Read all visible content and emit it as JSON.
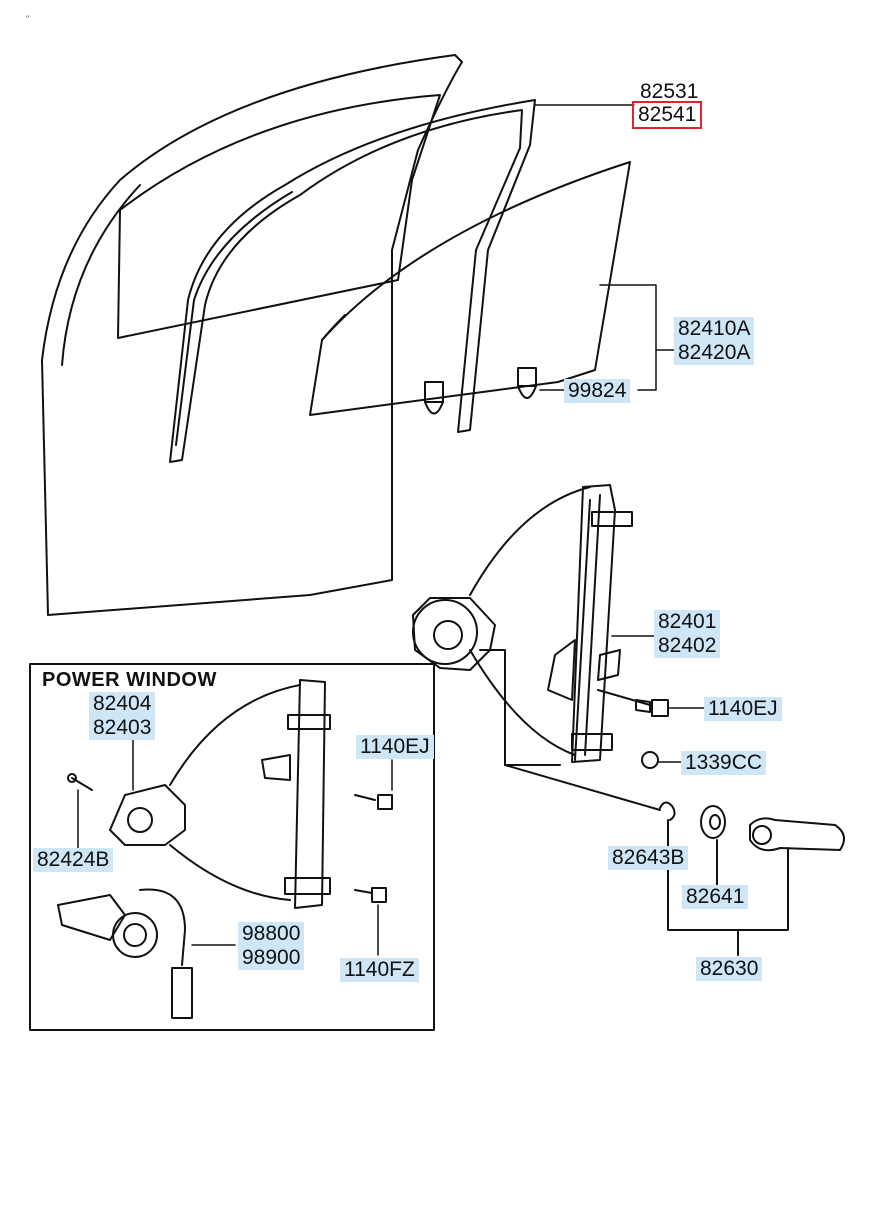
{
  "inset": {
    "title": "POWER WINDOW"
  },
  "stray_mark": "\"",
  "colors": {
    "label_highlight": "#cfe6f7",
    "selection_outline": "#e0242c",
    "line": "#111111"
  },
  "parts": {
    "p82531": "82531",
    "p82541": "82541",
    "p82410A": "82410A",
    "p82420A": "82420A",
    "p99824": "99824",
    "p82401": "82401",
    "p82402": "82402",
    "p1140EJ_main": "1140EJ",
    "p1339CC": "1339CC",
    "p82643B": "82643B",
    "p82641": "82641",
    "p82630": "82630",
    "p82404": "82404",
    "p82403": "82403",
    "p1140EJ_inset": "1140EJ",
    "p82424B": "82424B",
    "p98800": "98800",
    "p98900": "98900",
    "p1140FZ": "1140FZ"
  },
  "selected_part": "82541"
}
